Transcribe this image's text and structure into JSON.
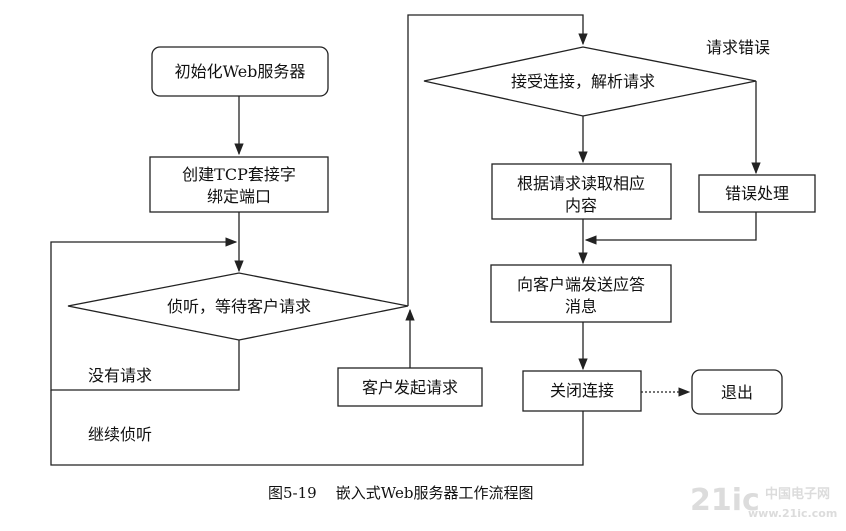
{
  "nodes": {
    "init_server": "初始化Web服务器",
    "create_tcp_line1": "创建TCP套接字",
    "create_tcp_line2": "绑定端口",
    "listen_wait": "侦听，等待客户请求",
    "client_request": "客户发起请求",
    "accept_parse": "接受连接，解析请求",
    "read_content_line1": "根据请求读取相应",
    "read_content_line2": "内容",
    "error_handling": "错误处理",
    "send_response_line1": "向客户端发送应答",
    "send_response_line2": "消息",
    "close_connection": "关闭连接",
    "exit": "退出"
  },
  "labels": {
    "request_error": "请求错误",
    "no_request": "没有请求",
    "continue_listen": "继续侦听"
  },
  "caption": "图5-19    嵌入式Web服务器工作流程图",
  "watermark": {
    "brand": "21ic",
    "site": "中国电子网",
    "url": "www.21ic.com"
  }
}
